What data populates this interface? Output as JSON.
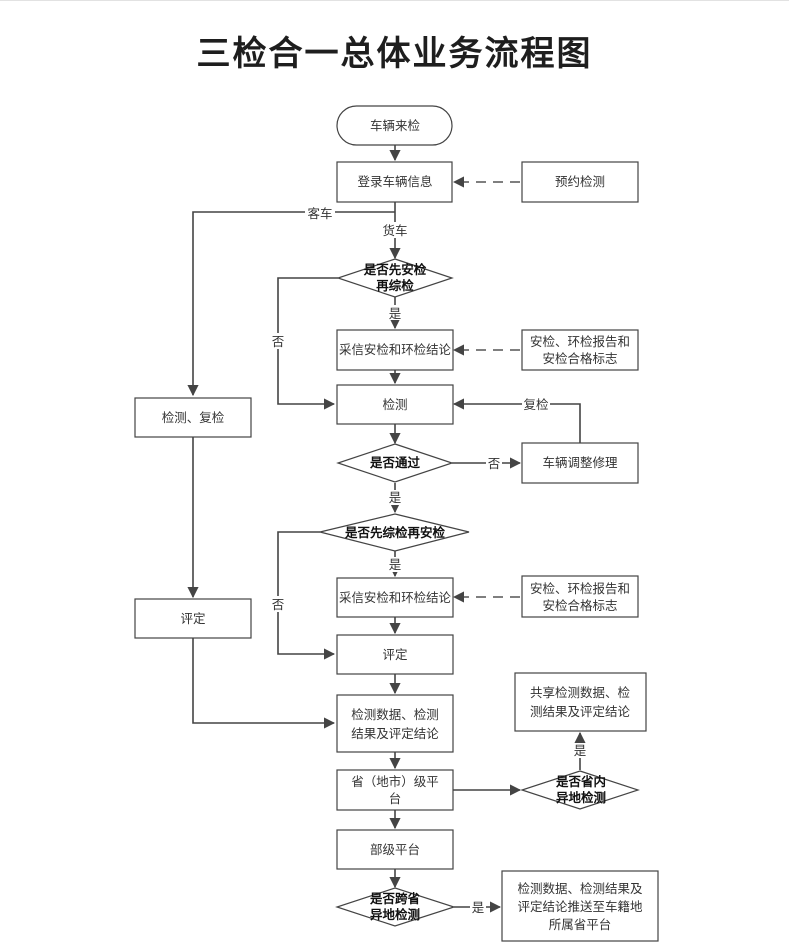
{
  "title": "三检合一总体业务流程图",
  "nodes": {
    "start": "车辆来检",
    "register": [
      "登录车辆信息"
    ],
    "reserve": [
      "预约检测"
    ],
    "passenger_test": [
      "检测、复检"
    ],
    "passenger_rate": [
      "评定"
    ],
    "decision_safety_first": [
      "是否先安检",
      "再综检"
    ],
    "collect_1": [
      "采信安检和环检结论"
    ],
    "report_1": [
      "安检、环检报告和",
      "安检合格标志"
    ],
    "test": [
      "检测"
    ],
    "decision_pass": [
      "是否通过"
    ],
    "repair": [
      "车辆调整修理"
    ],
    "decision_comp_first": [
      "是否先综检再安检"
    ],
    "collect_2": [
      "采信安检和环检结论"
    ],
    "report_2": [
      "安检、环检报告和",
      "安检合格标志"
    ],
    "rate": [
      "评定"
    ],
    "results": [
      "检测数据、检测",
      "结果及评定结论"
    ],
    "province": [
      "省（地市）级平",
      "台"
    ],
    "decision_in_province": [
      "是否省内",
      "异地检测"
    ],
    "share": [
      "共享检测数据、检",
      "测结果及评定结论"
    ],
    "ministry": [
      "部级平台"
    ],
    "decision_cross_province": [
      "是否跨省",
      "异地检测"
    ],
    "push": [
      "检测数据、检测结果及",
      "评定结论推送至车籍地",
      "所属省平台"
    ]
  },
  "edge_labels": {
    "passenger": "客车",
    "truck": "货车",
    "yes_1": "是",
    "no_1": "否",
    "recheck": "复检",
    "no_pass": "否",
    "yes_pass": "是",
    "yes_2": "是",
    "no_2": "否",
    "yes_share": "是",
    "yes_push": "是"
  }
}
